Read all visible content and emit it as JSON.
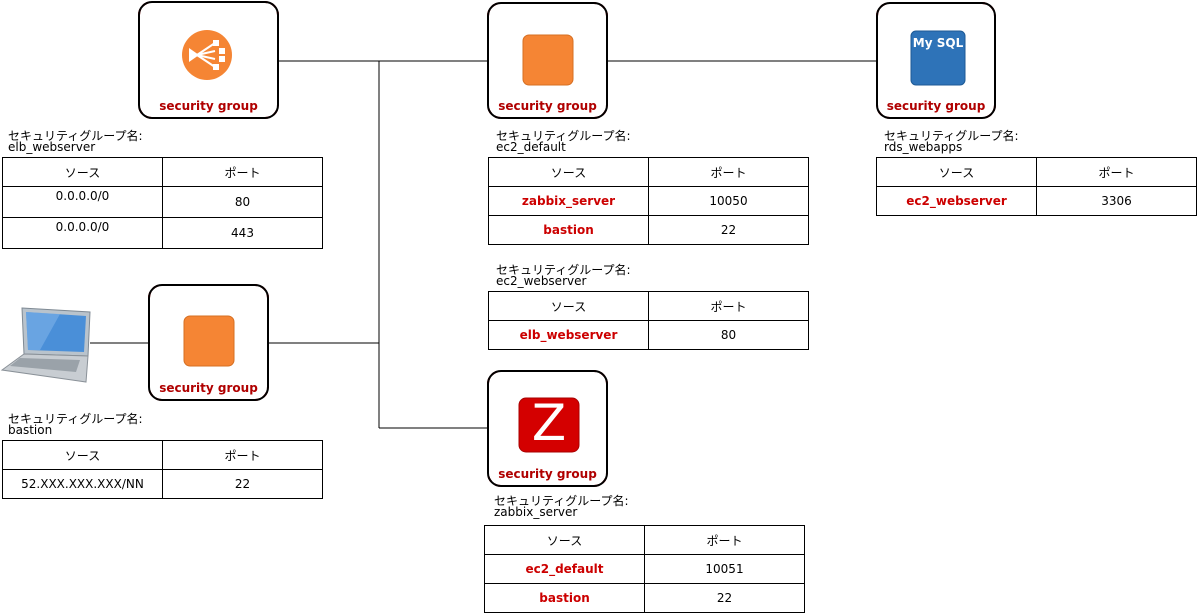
{
  "sg_label": "security group",
  "caption_prefix": "セキュリティグループ名:",
  "headers": {
    "source": "ソース",
    "port": "ポート"
  },
  "groups": {
    "elb": {
      "name": "elb_webserver",
      "icon": "elb-load-balancer-icon",
      "rules": [
        {
          "source": "0.0.0.0/0",
          "port": "80"
        },
        {
          "source": "0.0.0.0/0",
          "port": "443"
        }
      ]
    },
    "ec2_default": {
      "name": "ec2_default",
      "icon": "ec2-instance-icon",
      "rules": [
        {
          "source": "zabbix_server",
          "port": "10050"
        },
        {
          "source": "bastion",
          "port": "22"
        }
      ]
    },
    "ec2_webserver": {
      "name": "ec2_webserver",
      "rules": [
        {
          "source": "elb_webserver",
          "port": "80"
        }
      ]
    },
    "rds": {
      "name": "rds_webapps",
      "icon": "mysql-database-icon",
      "icon_text": "My SQL",
      "rules": [
        {
          "source": "ec2_webserver",
          "port": "3306"
        }
      ]
    },
    "bastion": {
      "name": "bastion",
      "icon": "ec2-instance-icon",
      "rules": [
        {
          "source": "52.XXX.XXX.XXX/NN",
          "port": "22"
        }
      ]
    },
    "zabbix": {
      "name": "zabbix_server",
      "icon": "zabbix-z-icon",
      "icon_text": "Z",
      "rules": [
        {
          "source": "ec2_default",
          "port": "10051"
        },
        {
          "source": "bastion",
          "port": "22"
        }
      ]
    }
  },
  "client_icon": "laptop-icon",
  "colors": {
    "accent_red": "#cc0000",
    "aws_orange": "#f58534",
    "mysql_blue": "#2e73b8",
    "zabbix_red": "#d40000"
  }
}
